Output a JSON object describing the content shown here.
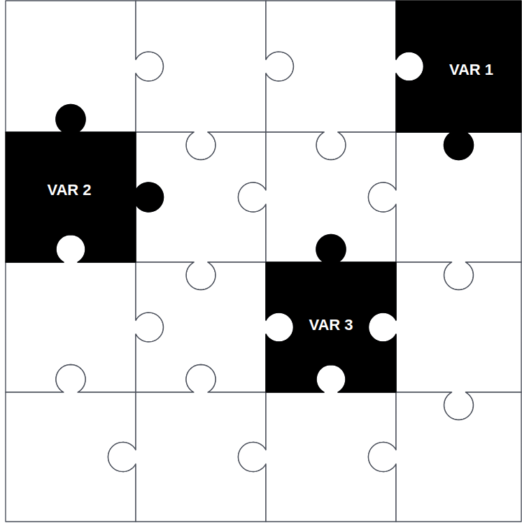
{
  "diagram": {
    "nodes": [
      {
        "text": [
          "VAR 1"
        ]
      },
      {
        "text": [
          "VAR 2"
        ]
      },
      {
        "text": [
          "VAR 3"
        ]
      }
    ]
  }
}
